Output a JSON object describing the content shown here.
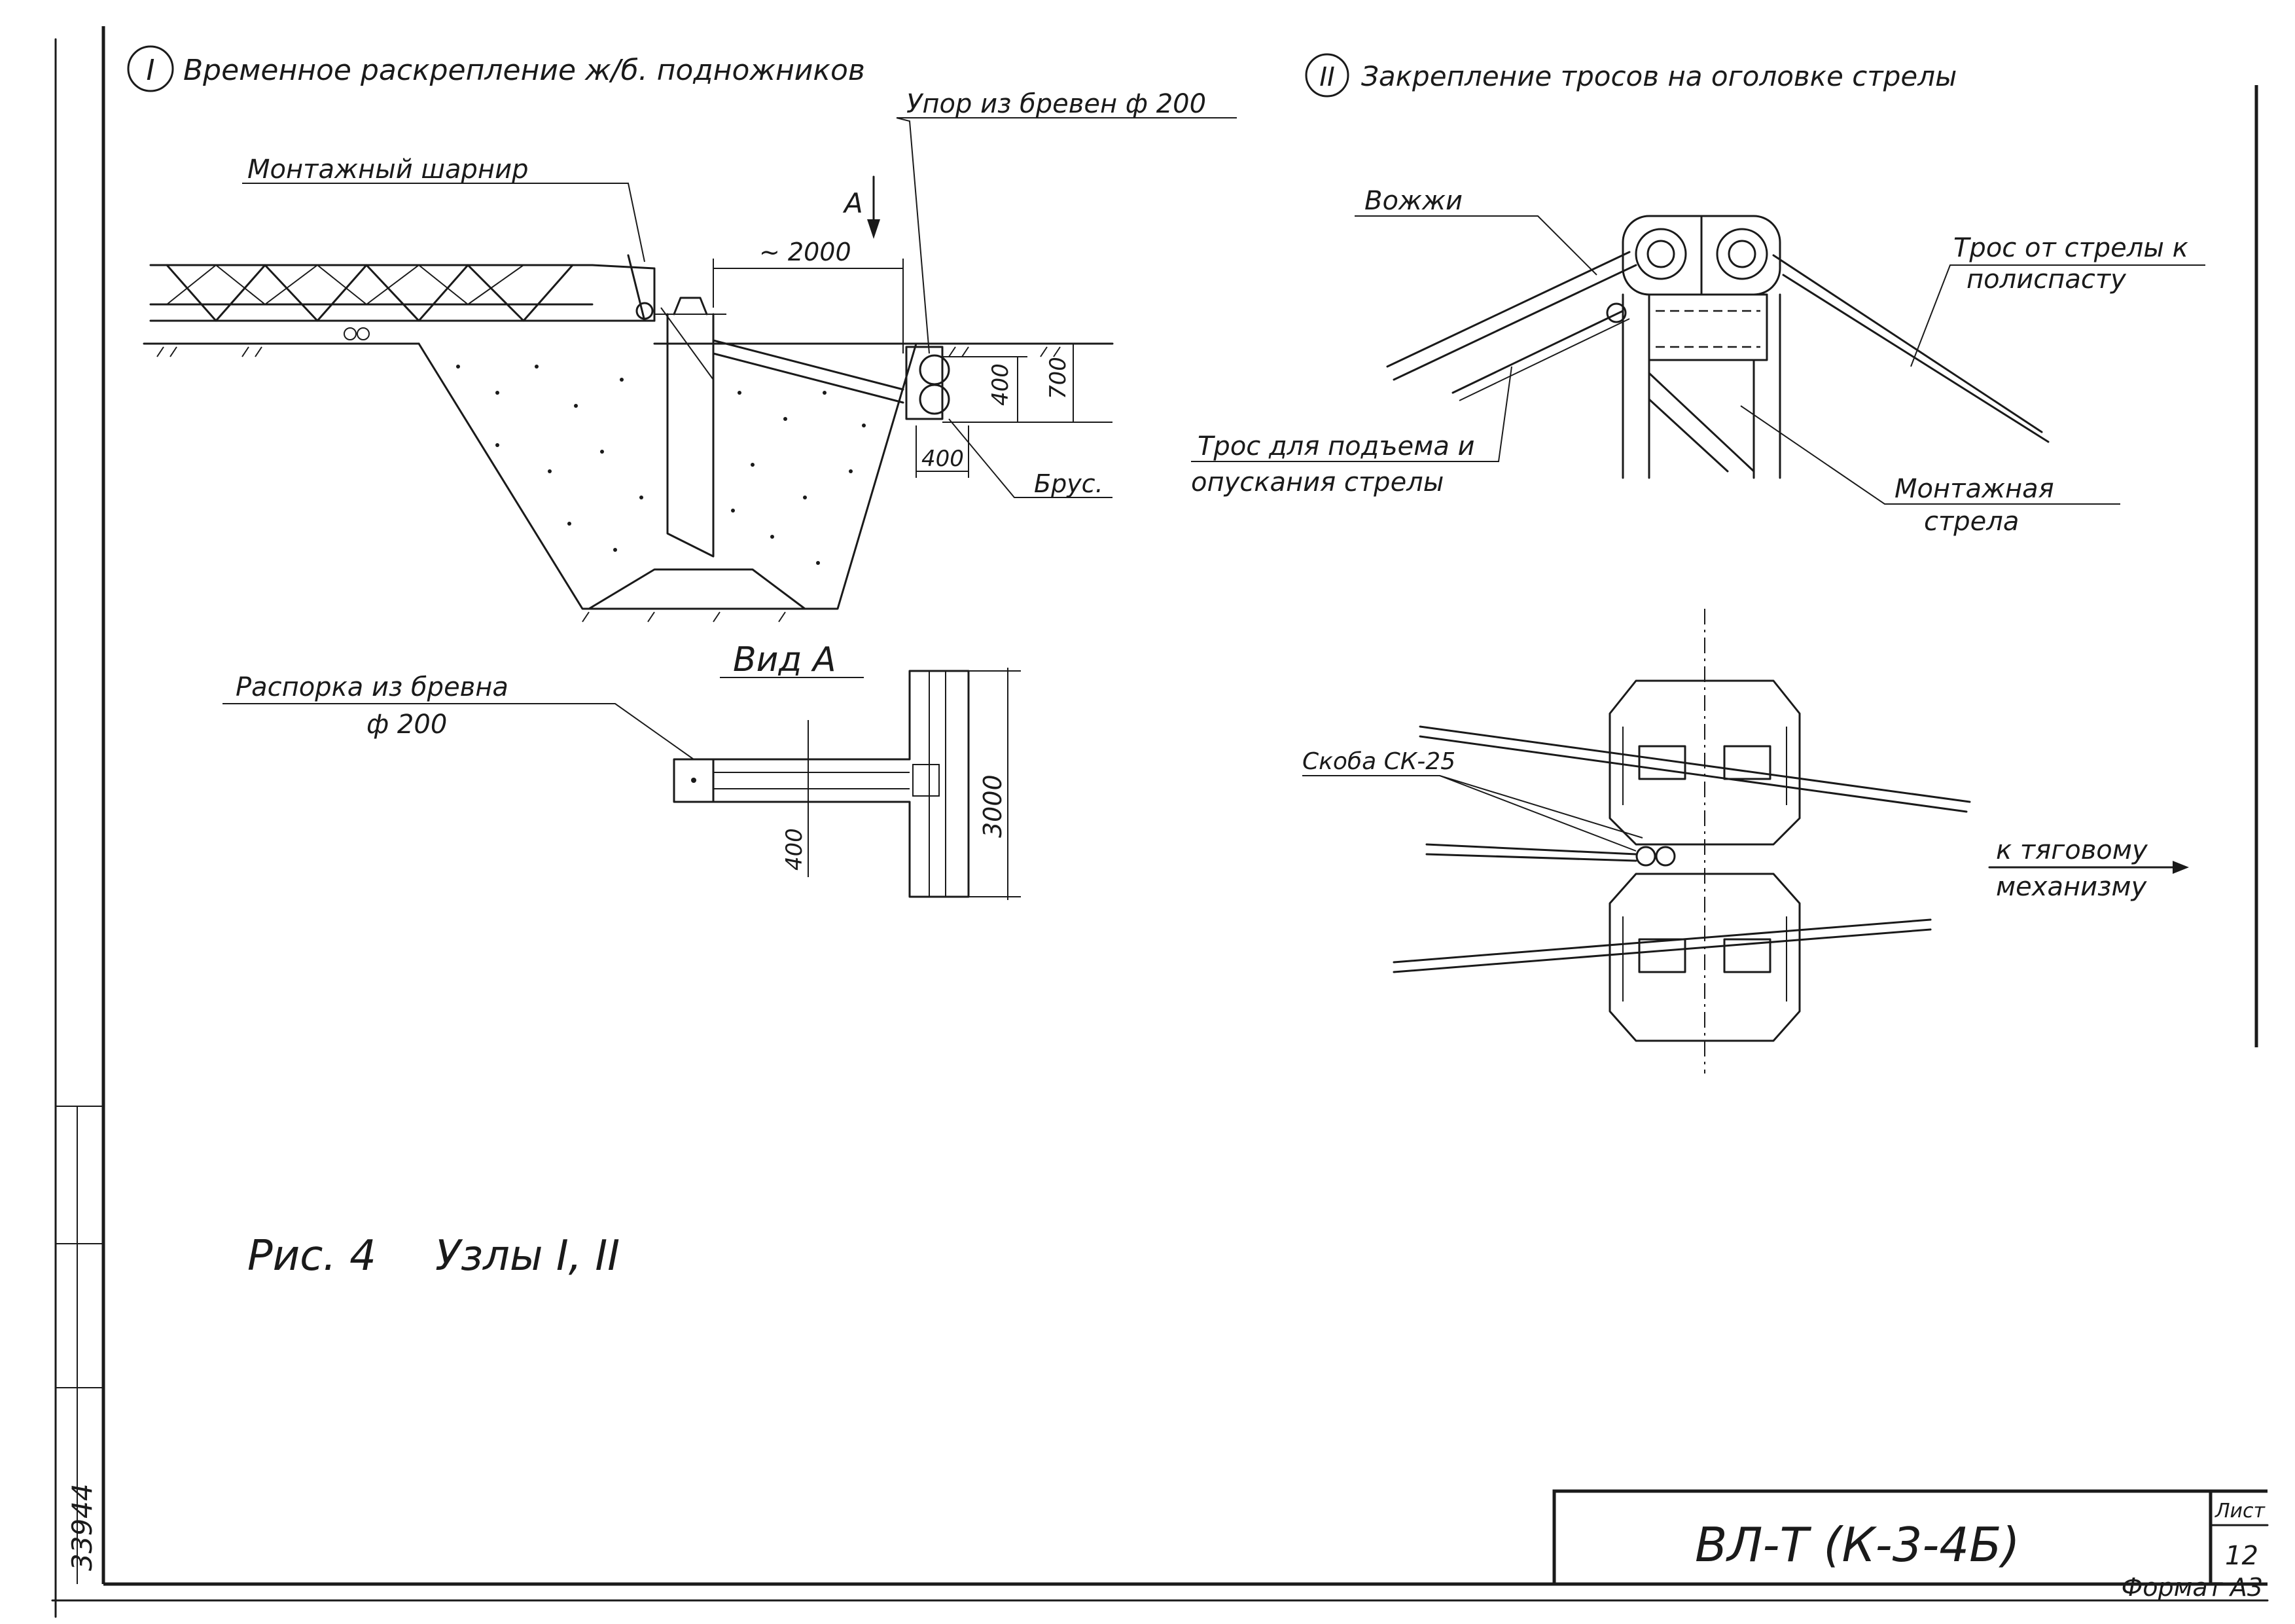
{
  "node1": {
    "marker": "I",
    "title": "Временное раскрепление ж/б. подножников",
    "labels": {
      "hinge": "Монтажный шарнир",
      "stop": "Упор из бревен ф 200",
      "view_marker": "А",
      "dim_2000": "~ 2000",
      "dim_400": "400",
      "dim_700": "700",
      "dim_400_base": "400",
      "beam": "Брус."
    }
  },
  "view_a": {
    "title": "Вид А",
    "strut_label_line1": "Распорка из бревна",
    "strut_label_line2": "ф 200",
    "dim_400": "400",
    "dim_3000": "3000"
  },
  "node2": {
    "marker": "II",
    "title": "Закрепление тросов на оголовке стрелы",
    "labels": {
      "reins": "Вожжи",
      "cable_to_pulley_line1": "Трос от стрелы к",
      "cable_to_pulley_line2": "полиспасту",
      "lift_cable_line1": "Трос для подъема и",
      "lift_cable_line2": "опускания стрелы",
      "boom_line1": "Монтажная",
      "boom_line2": "стрела",
      "bracket": "Скоба СК-25",
      "to_mech_line1": "к тяговому",
      "to_mech_line2": "механизму"
    }
  },
  "caption": {
    "fig": "Рис. 4",
    "nodes": "Узлы I, II"
  },
  "stamp": {
    "designation": "ВЛ-Т (К-3-4Б)",
    "sheet_label": "Лист",
    "sheet_no": "12",
    "format": "Формат А3"
  },
  "side": {
    "inv_no": "33944"
  }
}
